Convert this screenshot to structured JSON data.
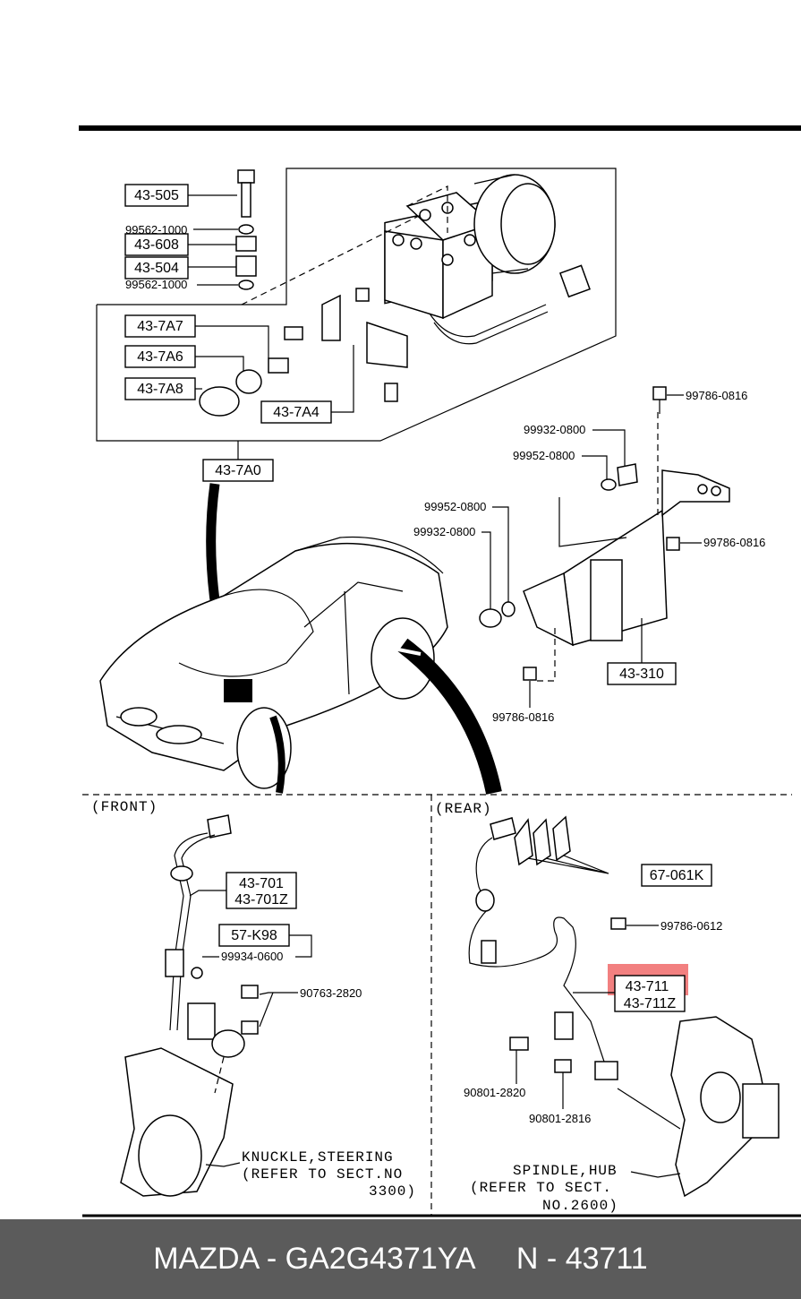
{
  "upper": {
    "labels": {
      "p43505": "43-505",
      "p99562a": "99562-1000",
      "p43608": "43-608",
      "p43504": "43-504",
      "p99562b": "99562-1000",
      "p437a7": "43-7A7",
      "p437a6": "43-7A6",
      "p437a8": "43-7A8",
      "p437a4": "43-7A4",
      "p437a0": "43-7A0"
    }
  },
  "bracket": {
    "labels": {
      "p99786a": "99786-0816",
      "p99932a": "99932-0800",
      "p99952a": "99952-0800",
      "p99952b": "99952-0800",
      "p99932b": "99932-0800",
      "p99786b": "99786-0816",
      "p43310": "43-310",
      "p99786c": "99786-0816"
    }
  },
  "front": {
    "title": "(FRONT)",
    "labels": {
      "p43701": "43-701",
      "p43701z": "43-701Z",
      "p57k98": "57-K98",
      "p99934": "99934-0600",
      "p90763": "90763-2820"
    },
    "note": [
      "KNUCKLE,STEERING",
      "(REFER TO SECT.NO",
      "3300)"
    ]
  },
  "rear": {
    "title": "(REAR)",
    "labels": {
      "p67061k": "67-061K",
      "p99786d": "99786-0612",
      "p43711": "43-711",
      "p43711z": "43-711Z",
      "p90801a": "90801-2820",
      "p90801b": "90801-2816"
    },
    "highlight_color": "#f06a6a",
    "note": [
      "SPINDLE,HUB",
      "(REFER TO SECT.",
      "NO.2600)"
    ]
  },
  "footer": {
    "text": "MAZDA - GA2G4371YA     N - 43711",
    "background": "#5b5b5b"
  }
}
